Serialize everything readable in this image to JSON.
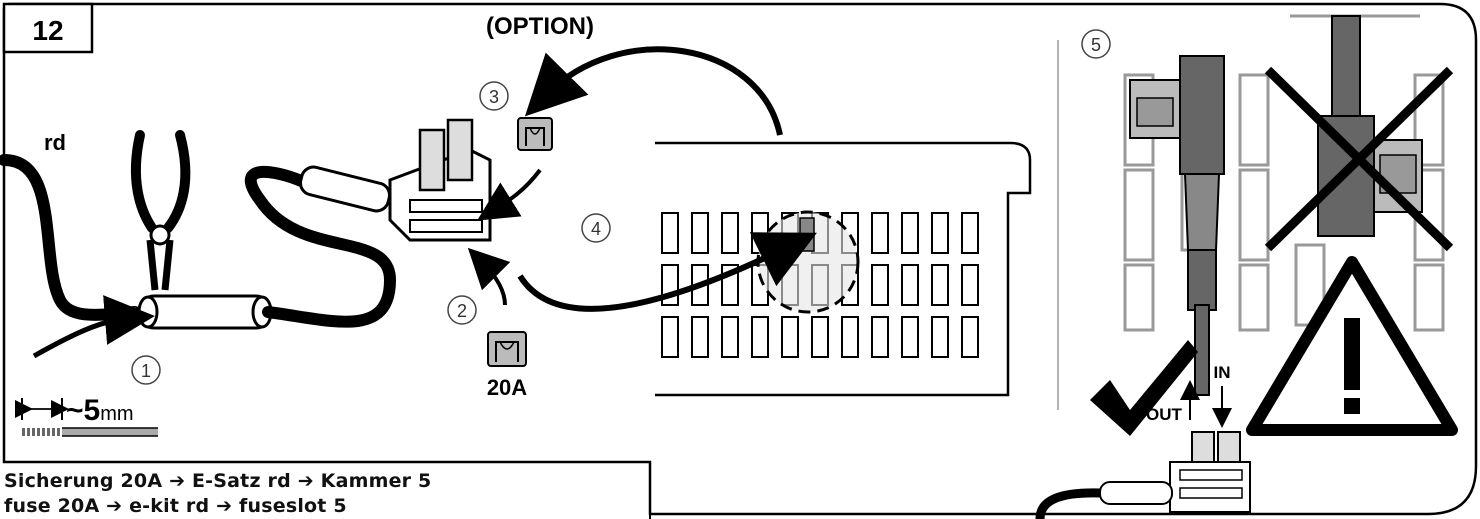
{
  "step_number": "12",
  "option_label": "(OPTION)",
  "wire_color_label": "rd",
  "strip_length": {
    "approx": "~5",
    "unit": "mm"
  },
  "step_markers": [
    "1",
    "2",
    "3",
    "4",
    "5"
  ],
  "fuse_rating_label": "20A",
  "in_label": "IN",
  "out_label": "OUT",
  "caption": {
    "line1": "Sicherung 20A ➔ E-Satz rd ➔ Kammer 5",
    "line2": "fuse 20A ➔ e-kit rd ➔ fuseslot 5"
  },
  "icons": [
    "pliers-icon",
    "fuse-icon",
    "fuse-tap-icon",
    "checkmark-icon",
    "cross-out-icon",
    "warning-triangle-icon"
  ],
  "colors": {
    "ink": "#000000",
    "fuse_grey": "#888888",
    "highlight": "#dddddd"
  }
}
